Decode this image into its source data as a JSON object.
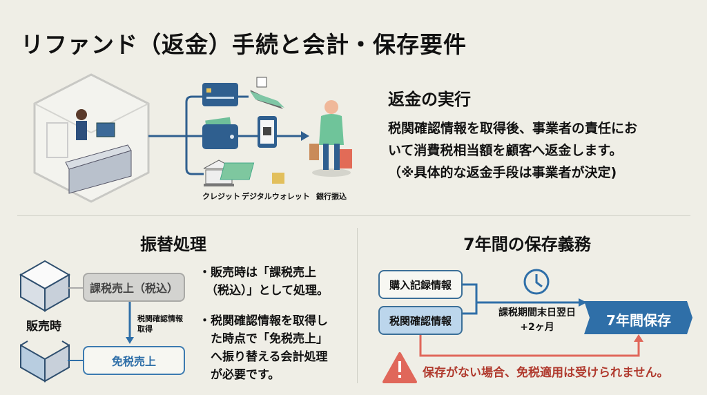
{
  "title": "リファンド（返金）手続と会計・保存要件",
  "refund": {
    "heading": "返金の実行",
    "body_lines": [
      "税関確認情報を取得後、事業者の責任にお",
      "いて消費税相当額を顧客へ返金します。",
      "（※具体的な返金手段は事業者が決定)"
    ],
    "method_labels": [
      "クレジット",
      "デジタルウォレット",
      "銀行振込"
    ]
  },
  "transfer": {
    "heading": "振替処理",
    "at_sale_label": "販売時",
    "taxable_box": "課税売上（税込）",
    "exempt_box": "免税売上",
    "arrow_label": [
      "税関確認情報",
      "取得"
    ],
    "bullets": [
      [
        "・販売時は「課税売上",
        "（税込）」として処理。"
      ],
      [
        "・税関確認情報を取得し",
        "た時点で「免税売上」",
        "へ振り替える会計処理",
        "が必要です。"
      ]
    ]
  },
  "retention": {
    "heading": "7年間の保存義務",
    "purchase_box": "購入記録情報",
    "customs_box": "税関確認情報",
    "period_label": [
      "課税期間末日翌日",
      "+2ヶ月"
    ],
    "result_box": "7年間保存",
    "warning": "保存がない場合、免税適用は受けられません。"
  },
  "colors": {
    "background": "#efeee6",
    "blue": "#2f6fa8",
    "red": "#e0675a",
    "warning_text": "#b03a2e"
  }
}
